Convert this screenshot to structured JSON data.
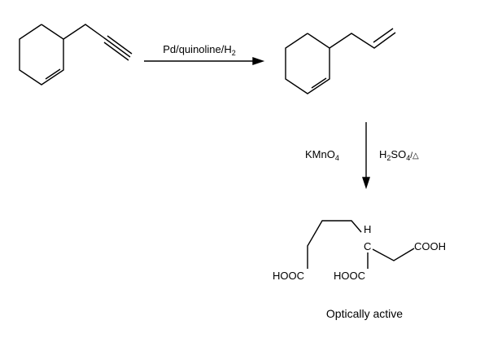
{
  "reaction1": {
    "reagent": "Pd/quinoline/H",
    "reagent_sub": "2"
  },
  "reaction2": {
    "reagent_left": "KMnO",
    "reagent_left_sub": "4",
    "reagent_right_a": "H",
    "reagent_right_sub1": "2",
    "reagent_right_b": "SO",
    "reagent_right_sub2": "4",
    "reagent_right_c": "/△"
  },
  "product": {
    "h_label": "H",
    "c_label": "C",
    "cooh_right": "COOH",
    "hooc_left": "HOOC",
    "hooc_middle": "HOOC",
    "note": "Optically active"
  }
}
